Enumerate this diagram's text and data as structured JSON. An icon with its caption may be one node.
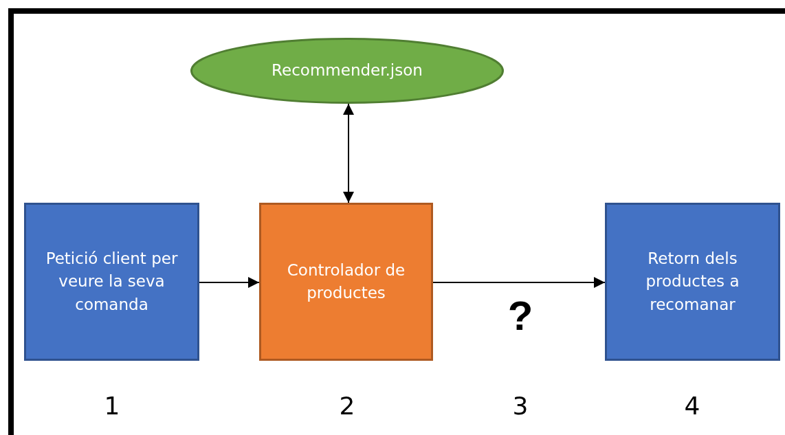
{
  "diagram": {
    "nodes": [
      {
        "text": [
          "Recommender.json"
        ]
      },
      {
        "text": [
          "Petició client per veure la seva comanda"
        ]
      },
      {
        "text": [
          "Controlador de productes"
        ]
      },
      {
        "text": [
          "Retorn dels productes a recomanar"
        ]
      }
    ],
    "edges": [
      {
        "from": 1,
        "to": 2,
        "arrow": "to"
      },
      {
        "from": 2,
        "to": 0,
        "arrow": "both"
      },
      {
        "from": 2,
        "to": 3,
        "arrow": "to"
      }
    ],
    "labels": [
      "?",
      "1",
      "2",
      "3",
      "4"
    ]
  }
}
